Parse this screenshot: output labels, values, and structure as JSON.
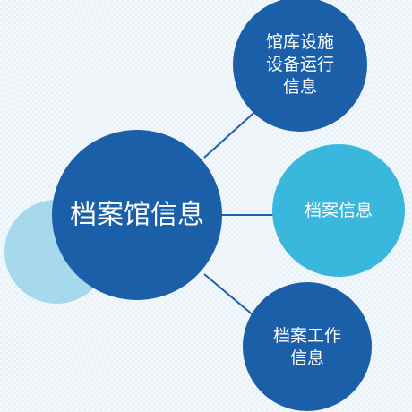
{
  "colors": {
    "background": "#f3f8fc",
    "main_node": "#1a5fa8",
    "satellite_dark": "#1a5fa8",
    "satellite_light": "#39b7dc",
    "decorative_circle": "#a6d9ec",
    "connector": "#1a5fa8",
    "label_text": "#ffffff"
  },
  "diagram": {
    "main": {
      "label": "档案馆信息"
    },
    "nodes": [
      {
        "id": "facility",
        "lines": [
          "馆库设施",
          "设备运行",
          "信息"
        ],
        "color": "#1a5fa8"
      },
      {
        "id": "archive",
        "lines": [
          "档案信息"
        ],
        "color": "#39b7dc"
      },
      {
        "id": "work",
        "lines": [
          "档案工作",
          "信息"
        ],
        "color": "#1a5fa8"
      }
    ]
  }
}
